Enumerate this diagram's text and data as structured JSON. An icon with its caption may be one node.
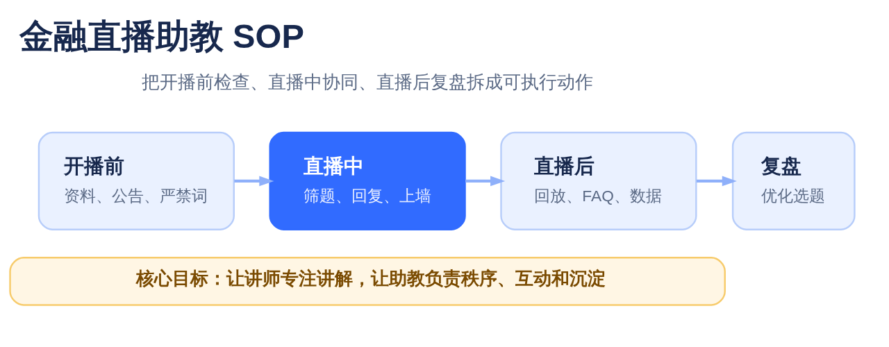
{
  "diagram": {
    "title": "金融直播助教 SOP",
    "nodes": [
      {
        "text": [
          "开播前",
          "资料、公告、严禁词"
        ]
      },
      {
        "text": [
          "直播中",
          "筛题、回复、上墙"
        ]
      },
      {
        "text": [
          "直播后",
          "回放、FAQ、数据"
        ]
      },
      {
        "text": [
          "复盘",
          "优化选题"
        ]
      },
      {
        "text": [
          "核心目标：让讲师专注讲解，让助教负责秩序、互动和沉淀"
        ]
      }
    ],
    "edges": [
      {
        "from": 0,
        "to": 1,
        "arrow": "to"
      },
      {
        "from": 1,
        "to": 2,
        "arrow": "to"
      },
      {
        "from": 2,
        "to": 3,
        "arrow": "to"
      }
    ],
    "labels": [
      "把开播前检查、直播中协同、直播后复盘拆成可执行动作"
    ]
  }
}
